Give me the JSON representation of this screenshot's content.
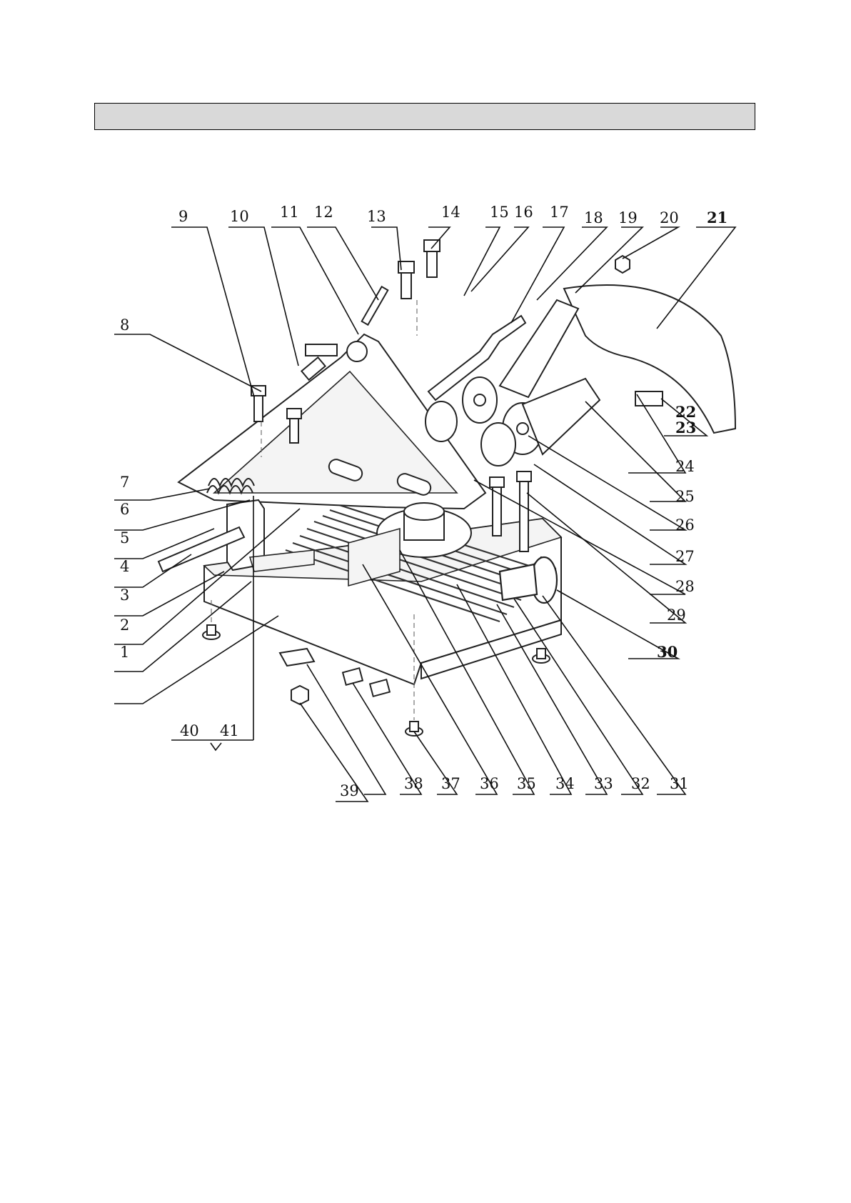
{
  "header": {
    "title": ""
  },
  "diagram": {
    "callouts": [
      {
        "n": "1"
      },
      {
        "n": "2"
      },
      {
        "n": "3"
      },
      {
        "n": "4"
      },
      {
        "n": "5"
      },
      {
        "n": "6"
      },
      {
        "n": "7"
      },
      {
        "n": "8"
      },
      {
        "n": "9"
      },
      {
        "n": "10"
      },
      {
        "n": "11"
      },
      {
        "n": "12"
      },
      {
        "n": "13"
      },
      {
        "n": "14"
      },
      {
        "n": "15"
      },
      {
        "n": "16"
      },
      {
        "n": "17"
      },
      {
        "n": "18"
      },
      {
        "n": "19"
      },
      {
        "n": "20"
      },
      {
        "n": "21"
      },
      {
        "n": "22"
      },
      {
        "n": "23"
      },
      {
        "n": "24"
      },
      {
        "n": "25"
      },
      {
        "n": "26"
      },
      {
        "n": "27"
      },
      {
        "n": "28"
      },
      {
        "n": "29"
      },
      {
        "n": "30"
      },
      {
        "n": "31"
      },
      {
        "n": "32"
      },
      {
        "n": "33"
      },
      {
        "n": "34"
      },
      {
        "n": "35"
      },
      {
        "n": "36"
      },
      {
        "n": "37"
      },
      {
        "n": "38"
      },
      {
        "n": "39"
      },
      {
        "n": "40"
      },
      {
        "n": "41"
      }
    ]
  }
}
